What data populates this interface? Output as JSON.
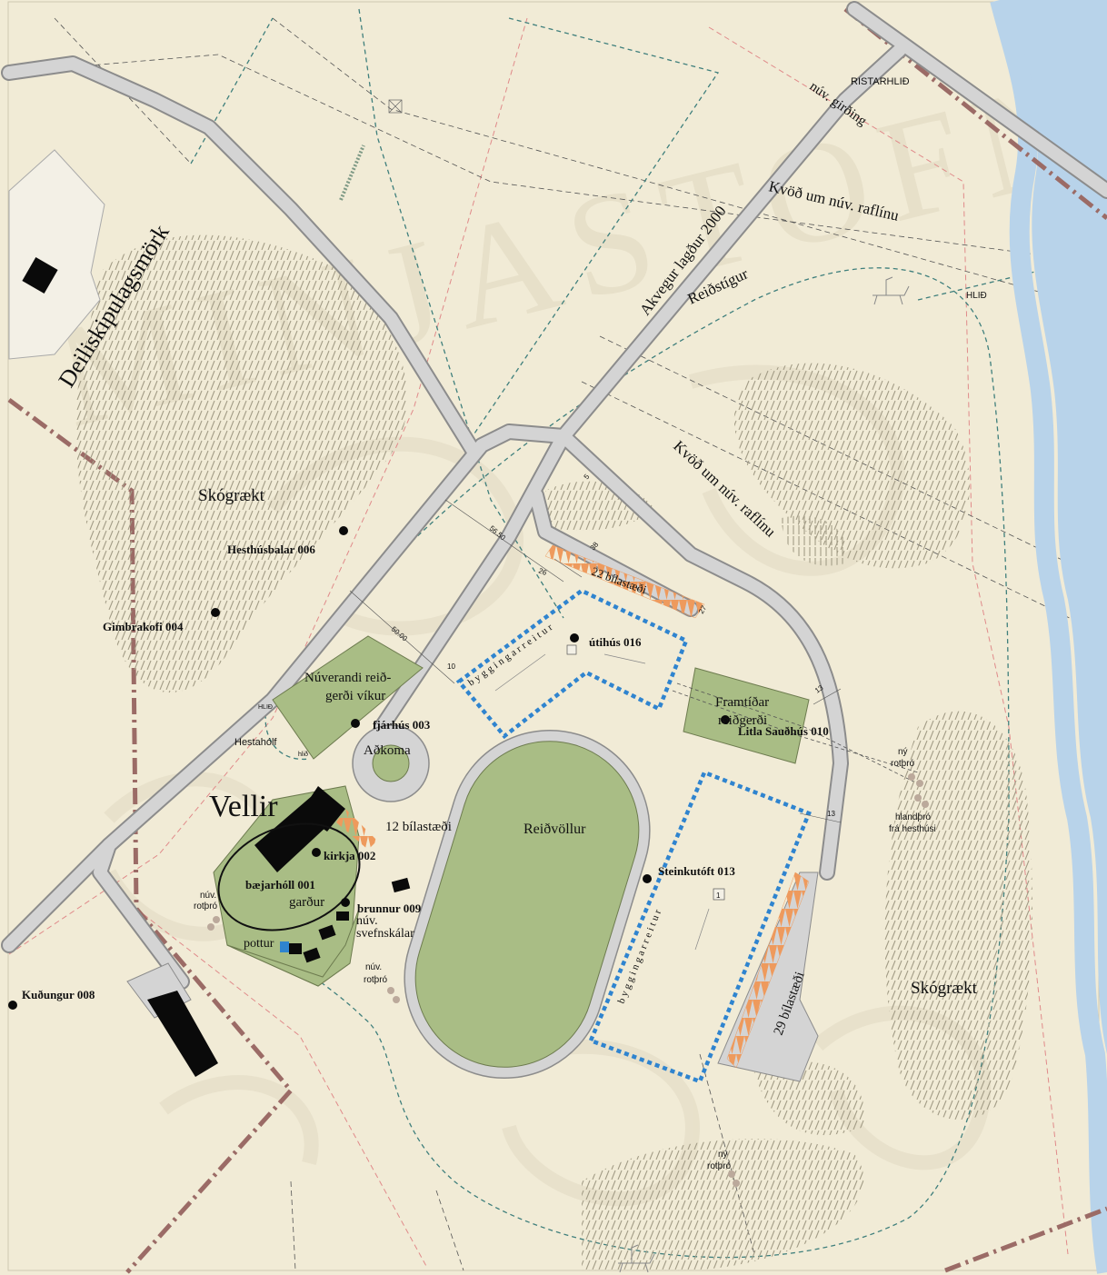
{
  "map": {
    "colors": {
      "background": "#f1ebd6",
      "road": "#d4d4d4",
      "field": "#a9bd85",
      "river": "#b8d3ea",
      "building": "#0a0a0a",
      "parking": "#ee9a5d",
      "building_area": "#2f84cf",
      "boundary": "#9b6b66",
      "forest": "#aaa28a"
    },
    "labels": {
      "deiliskipulagsmork": "Deiliskipulagsmörk",
      "akvegur": "Akvegur lagður 2000",
      "reidstigur": "Reiðstígur",
      "kvod1": "Kvöð um núv. raflínu",
      "kvod2": "Kvöð um núv. raflínu",
      "nuv_girding": "núv. girðing",
      "ristarhlid": "RISTARHLIÐ",
      "hlid_right": "HLIÐ",
      "hlid_left": "HLIÐ",
      "hlid_small": "hlið",
      "skograekt_left": "Skógrækt",
      "skograekt_right": "Skógrækt",
      "reidvollur": "Reiðvöllur",
      "adkoma": "Aðkoma",
      "vellir": "Vellir",
      "gardur": "garður",
      "pottur": "pottur",
      "hestaholf": "Hestahólf",
      "nuverandi_1": "Núverandi reið-",
      "nuverandi_2": "gerði víkur",
      "framtidar_1": "Framtíðar",
      "framtidar_2": "reiðgerði",
      "nuv_svefnskalar_1": "núv.",
      "nuv_svefnskalar_2": "svefnskálar",
      "parking_22": "22 bílastæði",
      "parking_12": "12 bílastæði",
      "parking_29": "29 bílastæði",
      "byggingarreitur_1": "byggingarreitur",
      "byggingarreitur_2": "byggingarreitur",
      "rot_nuv_1a": "núv.",
      "rot_nuv_1b": "rotþró",
      "rot_nuv_2a": "núv.",
      "rot_nuv_2b": "rotþró",
      "rot_ny_1a": "ný",
      "rot_ny_1b": "rotþró",
      "rot_ny_2a": "ný",
      "rot_ny_2b": "rotþró",
      "hlandthro_1": "hlandþró",
      "hlandthro_2": "frá hesthúsi",
      "box_1": "1"
    },
    "dimensions": {
      "d5": "5",
      "d56": "56.50",
      "d26": "26",
      "d38": "38",
      "d27": "27",
      "d50": "50.00",
      "d10": "10",
      "d13a": "13",
      "d13b": "13"
    },
    "sites": {
      "hesthusbalar": "Hesthúsbalar 006",
      "gimbrakofi": "Gimbrakofi 004",
      "fjarhus": "fjárhús 003",
      "kirkja": "kirkja 002",
      "baejarholl": "bæjarhóll 001",
      "brunnur": "brunnur 009",
      "kudungur": "Kuðungur 008",
      "utihus": "útihús 016",
      "litla": "Litla Sauðhús 010",
      "steinkutoft": "Steinkutóft 013"
    },
    "watermark": "MINJASTOFNUN"
  }
}
